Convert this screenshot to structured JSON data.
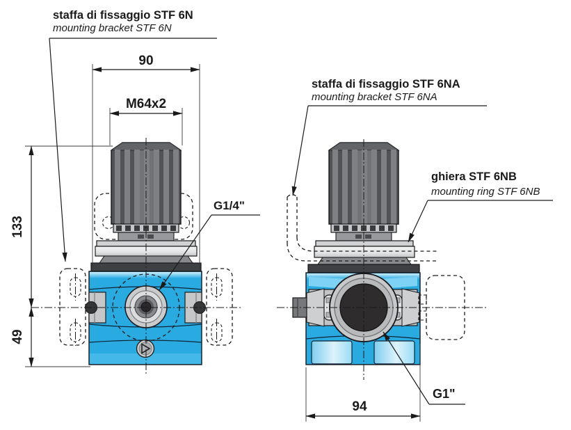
{
  "labels": {
    "bracket_n_it": "staffa di fissaggio STF 6N",
    "bracket_n_en": "mounting bracket STF 6N",
    "bracket_na_it": "staffa di fissaggio STF 6NA",
    "bracket_na_en": "mounting bracket STF 6NA",
    "ring_nb_it": "ghiera STF 6NB",
    "ring_nb_en": "mounting ring STF 6NB",
    "port_front": "G1/4\"",
    "port_side": "G1\""
  },
  "dimensions": {
    "front_width_mm": "90",
    "thread_size": "M64x2",
    "axis_height_mm": "133",
    "bottom_offset_mm": "49",
    "side_width_mm": "94"
  },
  "colors": {
    "body_blue": "#29ABE2",
    "body_blue_light": "#A5E1F8",
    "knob_gray": "#515356",
    "metal_light": "#E6E7E8",
    "outline_dark": "#1A1A1A"
  }
}
